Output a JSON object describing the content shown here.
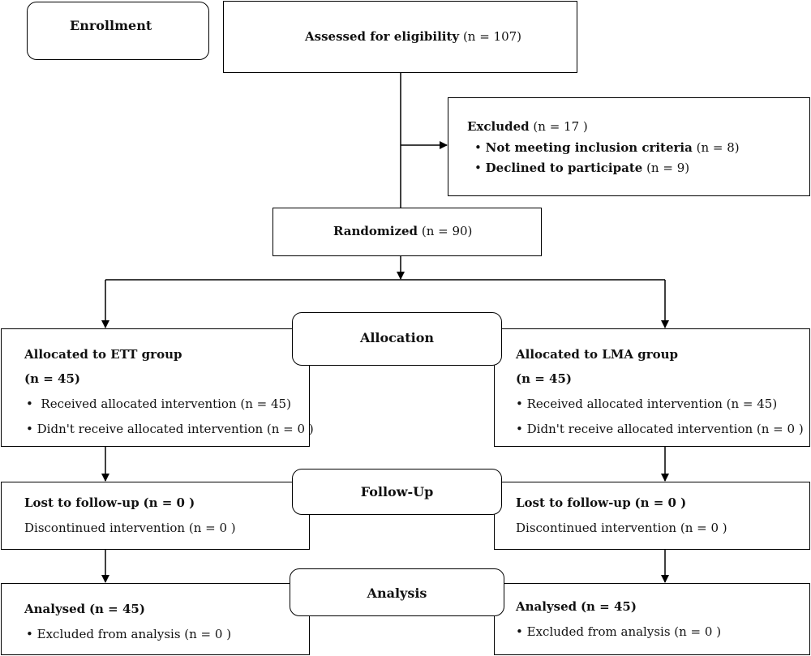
{
  "enrollment": {
    "label": "Enrollment"
  },
  "assessed": {
    "label": "Assessed for eligibility",
    "n": "(n = 107)"
  },
  "excluded": {
    "label": "Excluded",
    "n": "(n = 17 )",
    "items": [
      {
        "label": "Not meeting inclusion criteria",
        "n": "(n = 8)"
      },
      {
        "label": "Declined to participate",
        "n": "(n = 9)"
      }
    ]
  },
  "randomized": {
    "label": "Randomized",
    "n": "(n = 90)"
  },
  "stages": {
    "allocation": "Allocation",
    "follow_up": "Follow-Up",
    "analysis": "Analysis"
  },
  "ett": {
    "allocated_label": "Allocated to ETT group",
    "allocated_n": "(n = 45)",
    "received": "Received allocated intervention (n = 45)",
    "not_received": "Didn't receive allocated intervention (n = 0 )",
    "lost_label": "Lost to follow-up",
    "lost_n": "(n = 0 )",
    "discontinued": "Discontinued intervention (n = 0 )",
    "analysed_label": "Analysed",
    "analysed_n": "(n = 45)",
    "excluded_analysis": "Excluded from analysis (n = 0 )"
  },
  "lma": {
    "allocated_label": "Allocated to LMA group",
    "allocated_n": "(n = 45)",
    "received": "Received allocated intervention (n = 45)",
    "not_received": "Didn't receive allocated intervention (n = 0 )",
    "lost_label": "Lost to follow-up",
    "lost_n": "(n = 0 )",
    "discontinued": "Discontinued intervention (n = 0 )",
    "analysed_label": "Analysed",
    "analysed_n": "(n = 45)",
    "excluded_analysis": "Excluded from analysis (n = 0 )"
  }
}
